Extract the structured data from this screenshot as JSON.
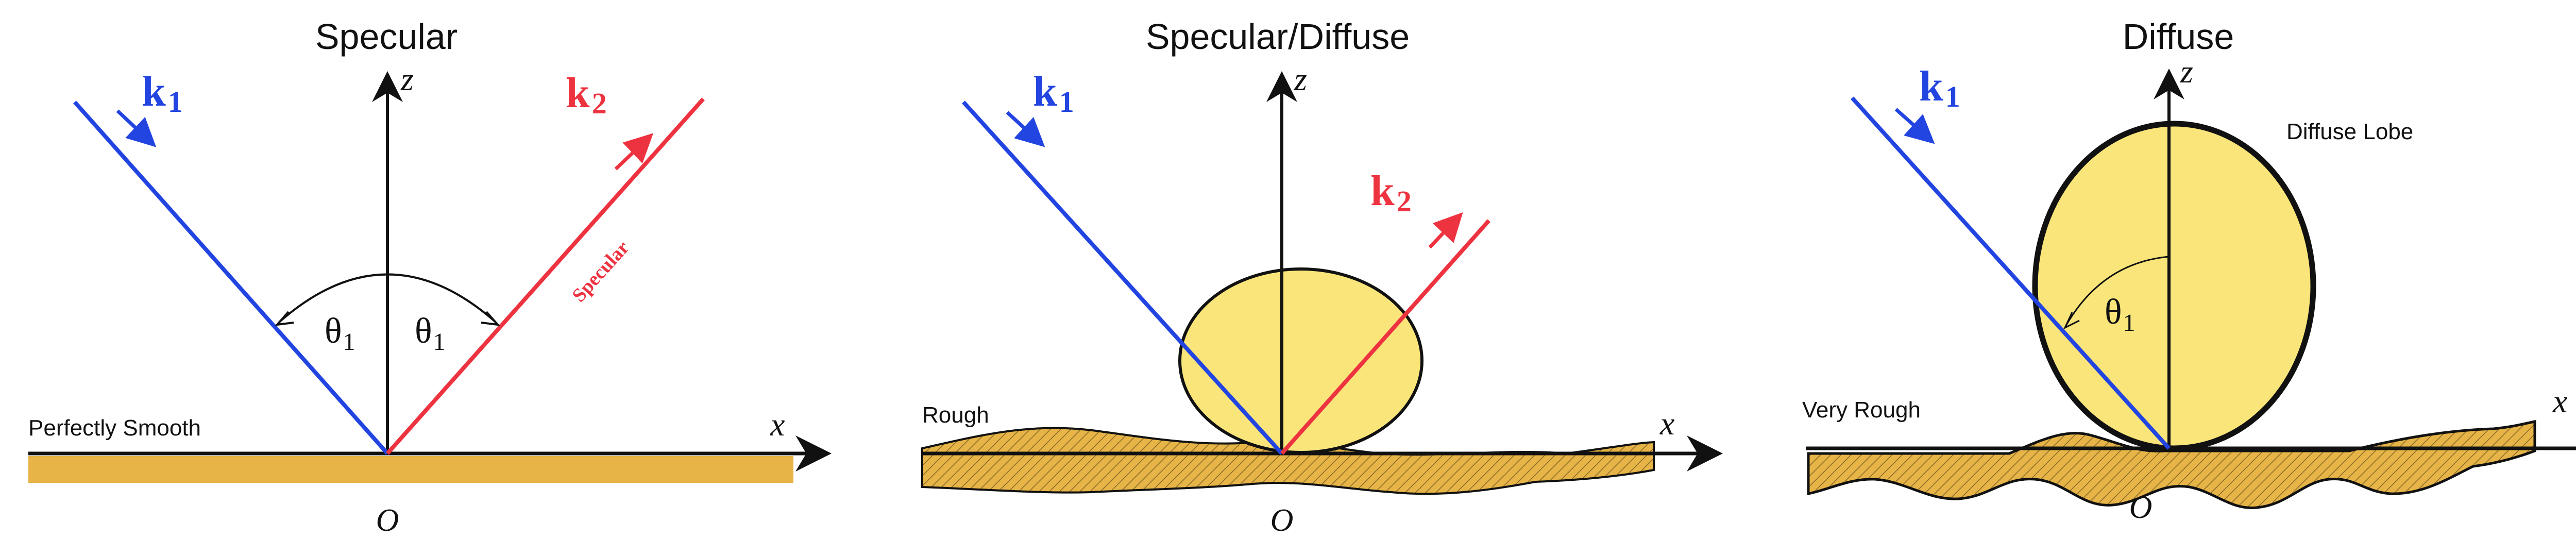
{
  "colors": {
    "incident": "#2244e0",
    "reflected": "#ee3340",
    "lobe_fill": "#f9e57a",
    "surface_fill": "#e6b447",
    "surface_hatch": "#8a6a2a",
    "outline": "#111111"
  },
  "panels": [
    {
      "title": "Specular",
      "surface_label": "Perfectly Smooth",
      "z_label": "z",
      "x_label": "x",
      "origin_label": "O",
      "k1": {
        "letter": "k",
        "sub": "1"
      },
      "k2": {
        "letter": "k",
        "sub": "2"
      },
      "theta_left": {
        "letter": "θ",
        "sub": "1"
      },
      "theta_right": {
        "letter": "θ",
        "sub": "1"
      },
      "specular_label": "Specular"
    },
    {
      "title": "Specular/Diffuse",
      "surface_label": "Rough",
      "z_label": "z",
      "x_label": "x",
      "origin_label": "O",
      "k1": {
        "letter": "k",
        "sub": "1"
      },
      "k2": {
        "letter": "k",
        "sub": "2"
      }
    },
    {
      "title": "Diffuse",
      "surface_label": "Very Rough",
      "lobe_label": "Diffuse Lobe",
      "z_label": "z",
      "x_label": "x",
      "origin_label": "O",
      "k1": {
        "letter": "k",
        "sub": "1"
      },
      "theta": {
        "letter": "θ",
        "sub": "1"
      }
    }
  ]
}
